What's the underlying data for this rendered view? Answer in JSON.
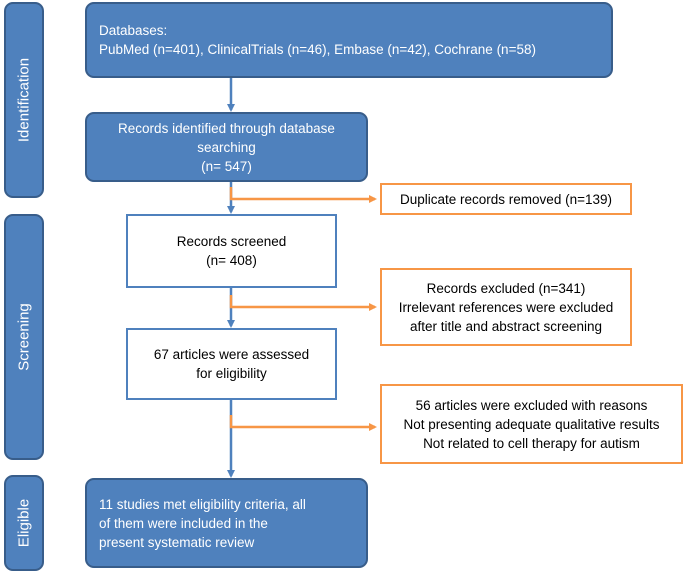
{
  "phases": {
    "identification": "Identification",
    "screening": "Screening",
    "eligible": "Eligible"
  },
  "boxes": {
    "databases": {
      "line1": "Databases:",
      "line2": "PubMed (n=401), ClinicalTrials (n=46), Embase (n=42), Cochrane (n=58)"
    },
    "identified": {
      "line1": "Records identified through database",
      "line2": "searching",
      "line3": "(n= 547)"
    },
    "duplicates": {
      "line1": "Duplicate records removed (n=139)"
    },
    "screened": {
      "line1": "Records screened",
      "line2": "(n= 408)"
    },
    "excluded": {
      "line1": "Records excluded (n=341)",
      "line2": "Irrelevant references were excluded",
      "line3": "after title and abstract screening"
    },
    "assessed": {
      "line1": "67 articles were assessed",
      "line2": "for eligibility"
    },
    "excluded_reasons": {
      "line1": "56 articles were excluded with reasons",
      "line2": "Not presenting adequate qualitative results",
      "line3": "Not related to cell therapy for autism"
    },
    "included": {
      "line1": "11 studies met eligibility criteria, all",
      "line2": "of them were included in the",
      "line3": "present systematic review"
    }
  },
  "colors": {
    "blue_fill": "#4f81bd",
    "blue_border": "#385d8a",
    "orange_border": "#f79646"
  }
}
